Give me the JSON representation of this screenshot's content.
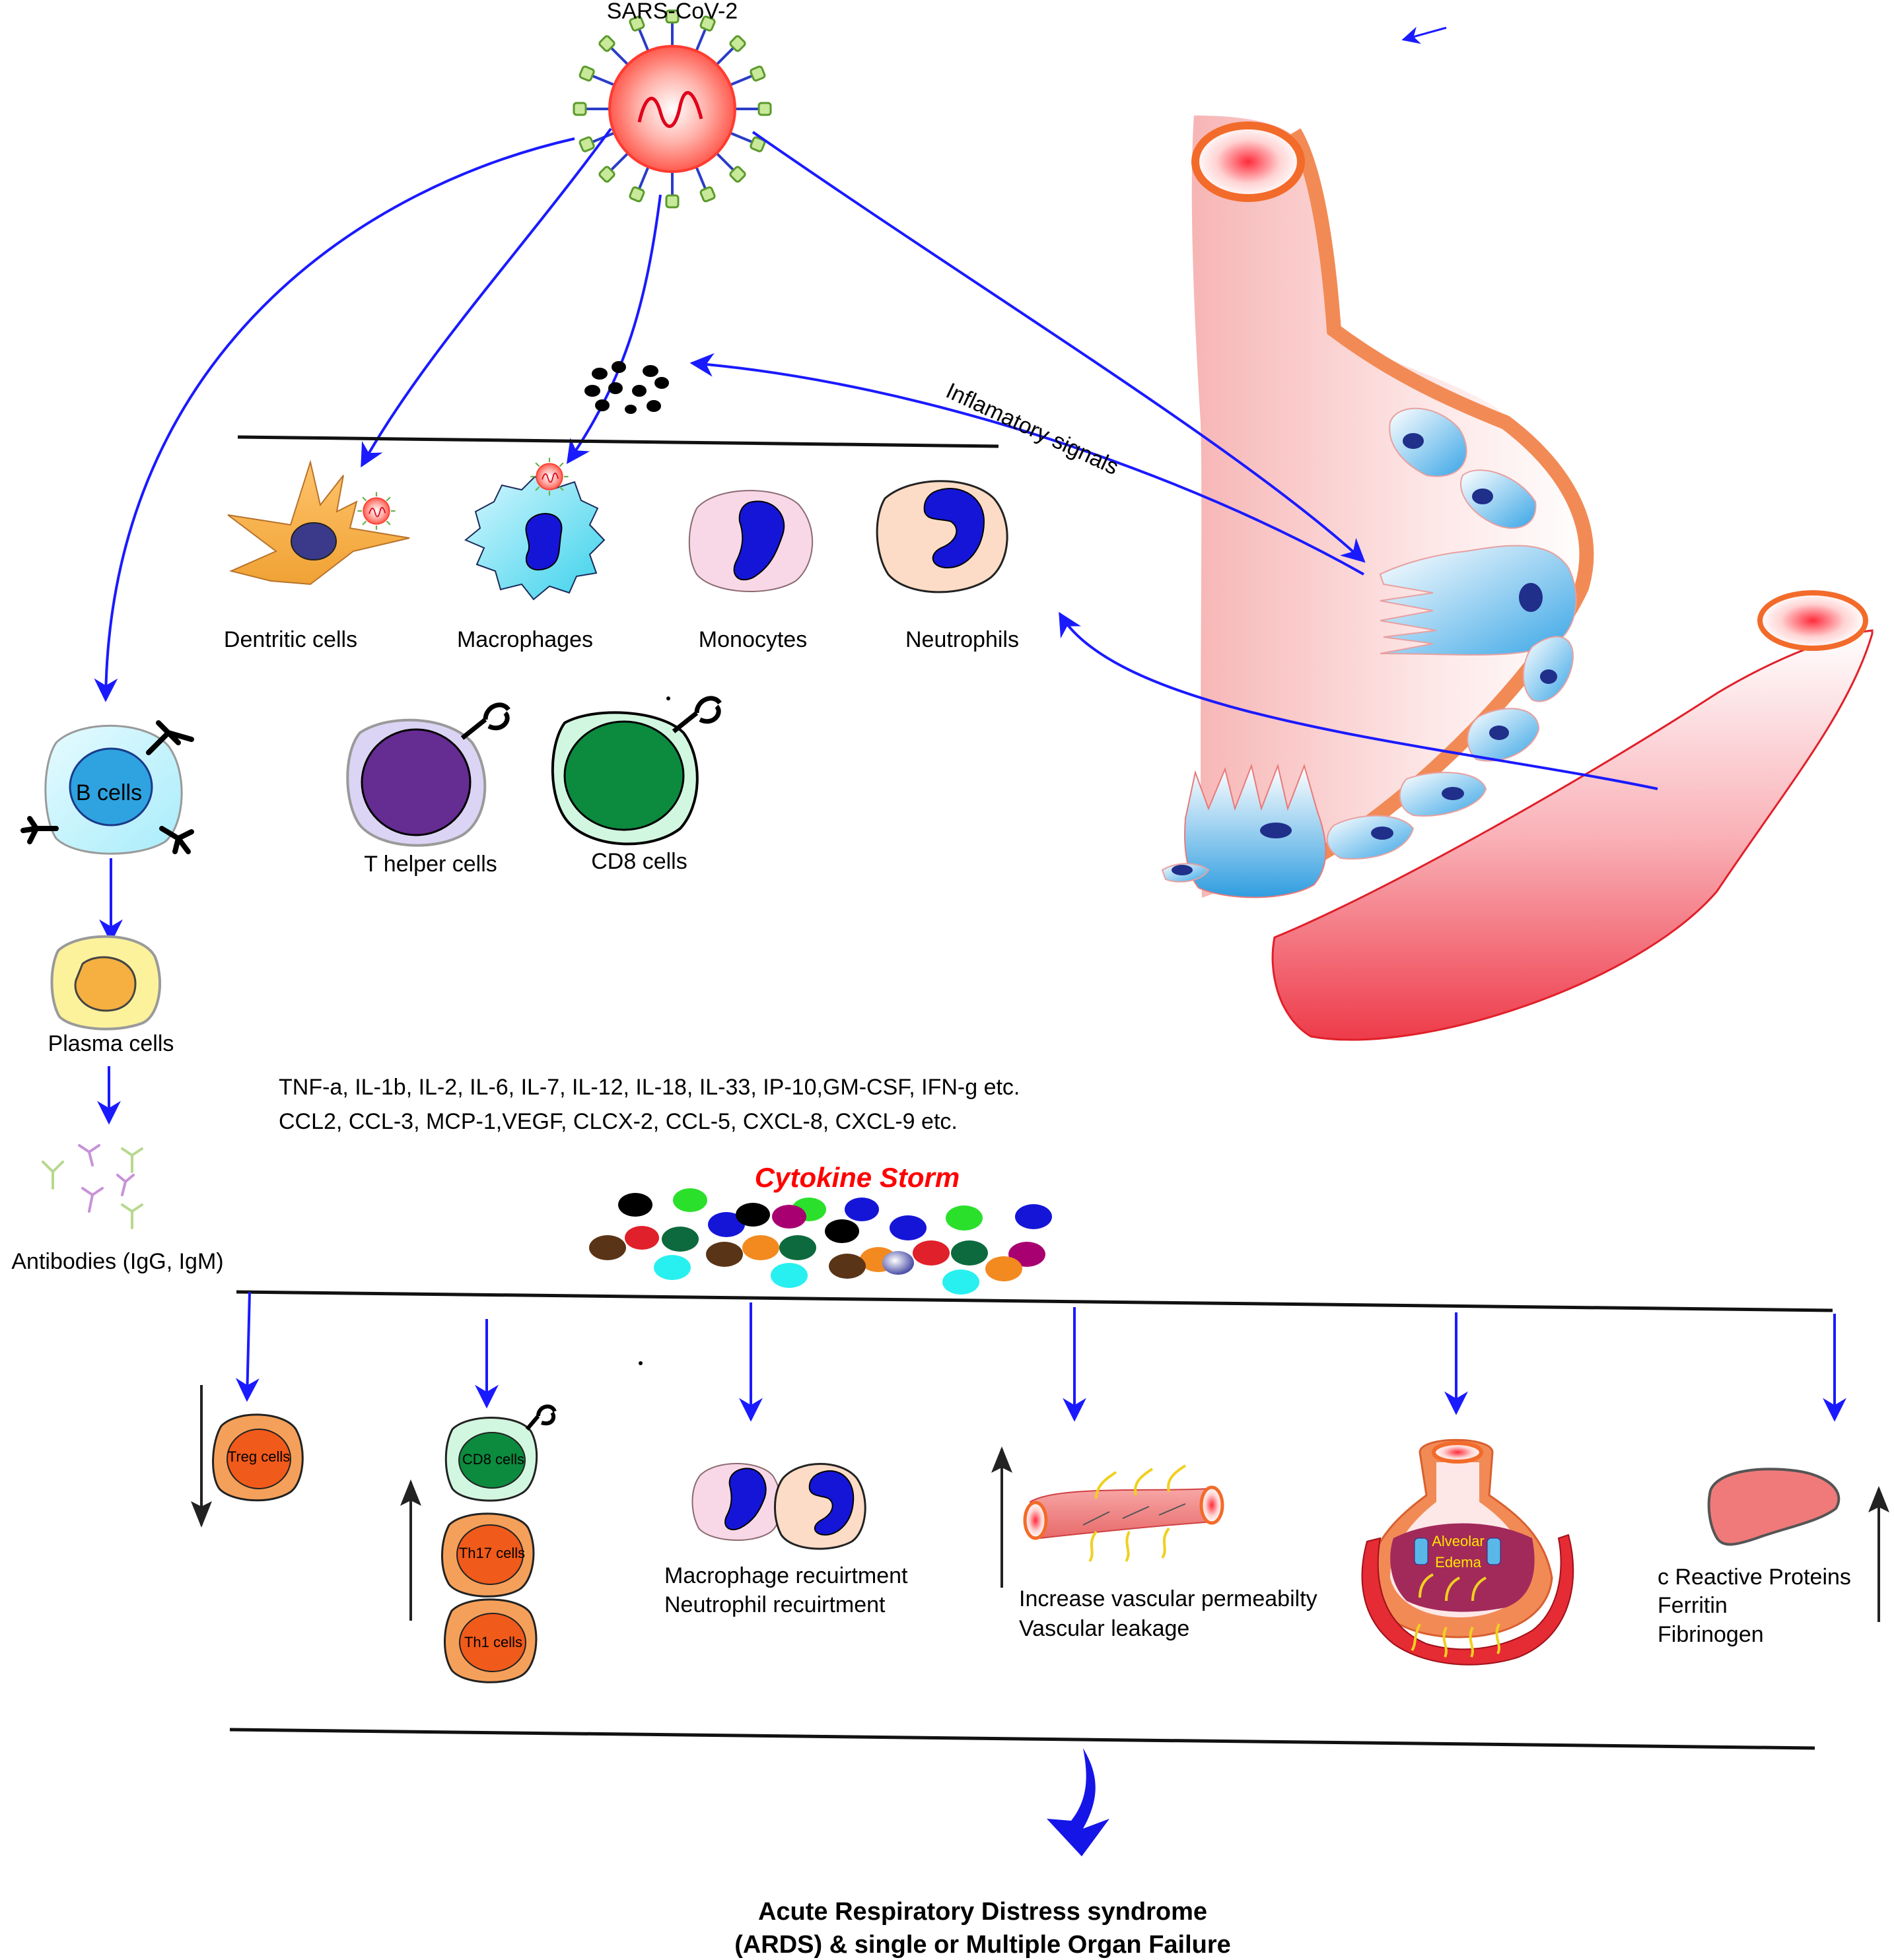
{
  "virus_label": "SARS-CoV-2",
  "inflammatory_label": "Inflamatory signals",
  "innate_cells": {
    "dendritic": "Dentritic cells",
    "macrophages": "Macrophages",
    "monocytes": "Monocytes",
    "neutrophils": "Neutrophils"
  },
  "t_cells": {
    "helper": "T helper cells",
    "cd8": "CD8 cells"
  },
  "b_lineage": {
    "b_cells": "B cells",
    "plasma": "Plasma cells",
    "antibodies": "Antibodies (IgG, IgM)"
  },
  "cytokines": {
    "line1": "TNF-a, IL-1b, IL-2, IL-6, IL-7, IL-12, IL-18, IL-33, IP-10,GM-CSF, IFN-g etc.",
    "line2": "CCL2, CCL-3, MCP-1,VEGF, CLCX-2, CCL-5, CXCL-8, CXCL-9 etc."
  },
  "storm_label": "Cytokine Storm",
  "effects": {
    "treg": "Treg cells",
    "cd8": "CD8 cells",
    "th17": "Th17 cells",
    "th1": "Th1 cells",
    "recruit_line1": "Macrophage recuirtment",
    "recruit_line2": "Neutrophil recuirtment",
    "vascular_line1": "Increase vascular permeabilty",
    "vascular_line2": "Vascular leakage",
    "alveolar_line1": "Alveolar",
    "alveolar_line2": "Edema",
    "liver_line1": "c Reactive Proteins",
    "liver_line2": "Ferritin",
    "liver_line3": "Fibrinogen"
  },
  "outcome": {
    "line1": "Acute Respiratory Distress syndrome",
    "line2": "(ARDS) & single or Multiple Organ Failure"
  },
  "colors": {
    "arrow_blue": "#1a1aff",
    "storm_red": "#ff0000",
    "vessel_orange": "#f28a55",
    "cell_blue": "#5ab8e8",
    "nucleus_navy": "#1f2f8a"
  }
}
